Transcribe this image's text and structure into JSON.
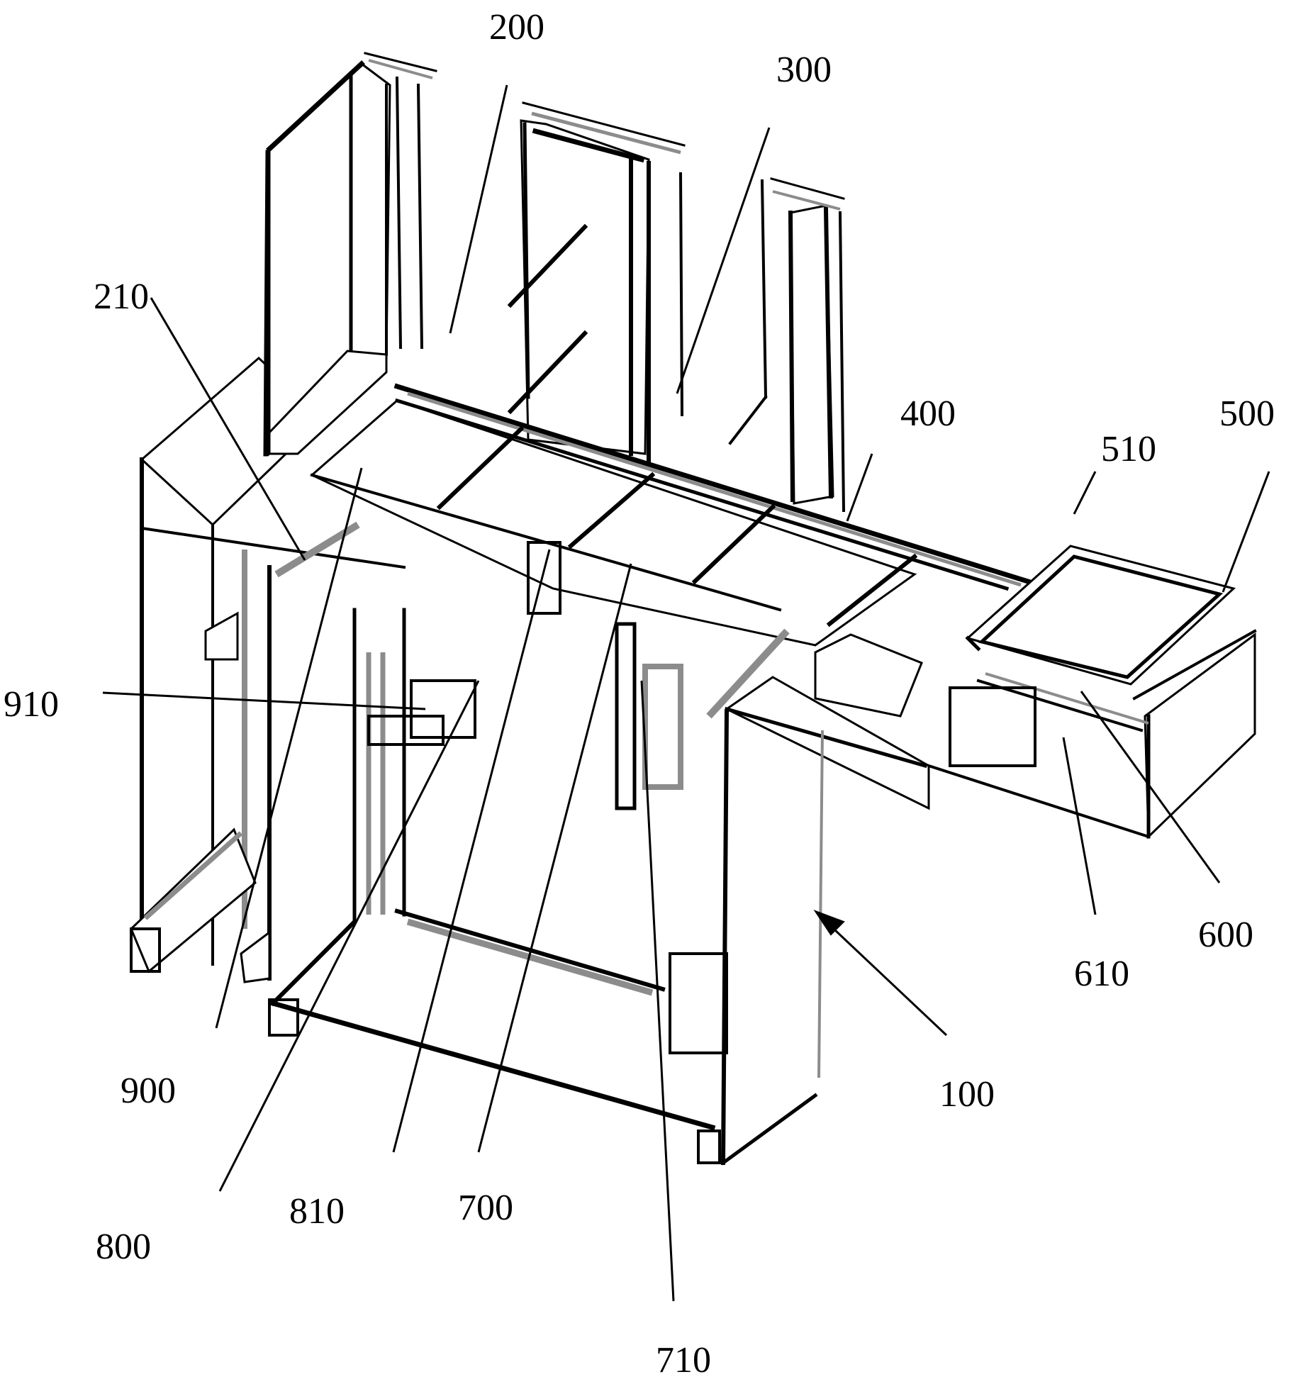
{
  "figure": {
    "reference_numerals": [
      {
        "id": "ref-100",
        "text": "100"
      },
      {
        "id": "ref-200",
        "text": "200"
      },
      {
        "id": "ref-210",
        "text": "210"
      },
      {
        "id": "ref-300",
        "text": "300"
      },
      {
        "id": "ref-400",
        "text": "400"
      },
      {
        "id": "ref-500",
        "text": "500"
      },
      {
        "id": "ref-510",
        "text": "510"
      },
      {
        "id": "ref-600",
        "text": "600"
      },
      {
        "id": "ref-610",
        "text": "610"
      },
      {
        "id": "ref-700",
        "text": "700"
      },
      {
        "id": "ref-710",
        "text": "710"
      },
      {
        "id": "ref-800",
        "text": "800"
      },
      {
        "id": "ref-810",
        "text": "810"
      },
      {
        "id": "ref-900",
        "text": "900"
      },
      {
        "id": "ref-910",
        "text": "910"
      }
    ]
  }
}
